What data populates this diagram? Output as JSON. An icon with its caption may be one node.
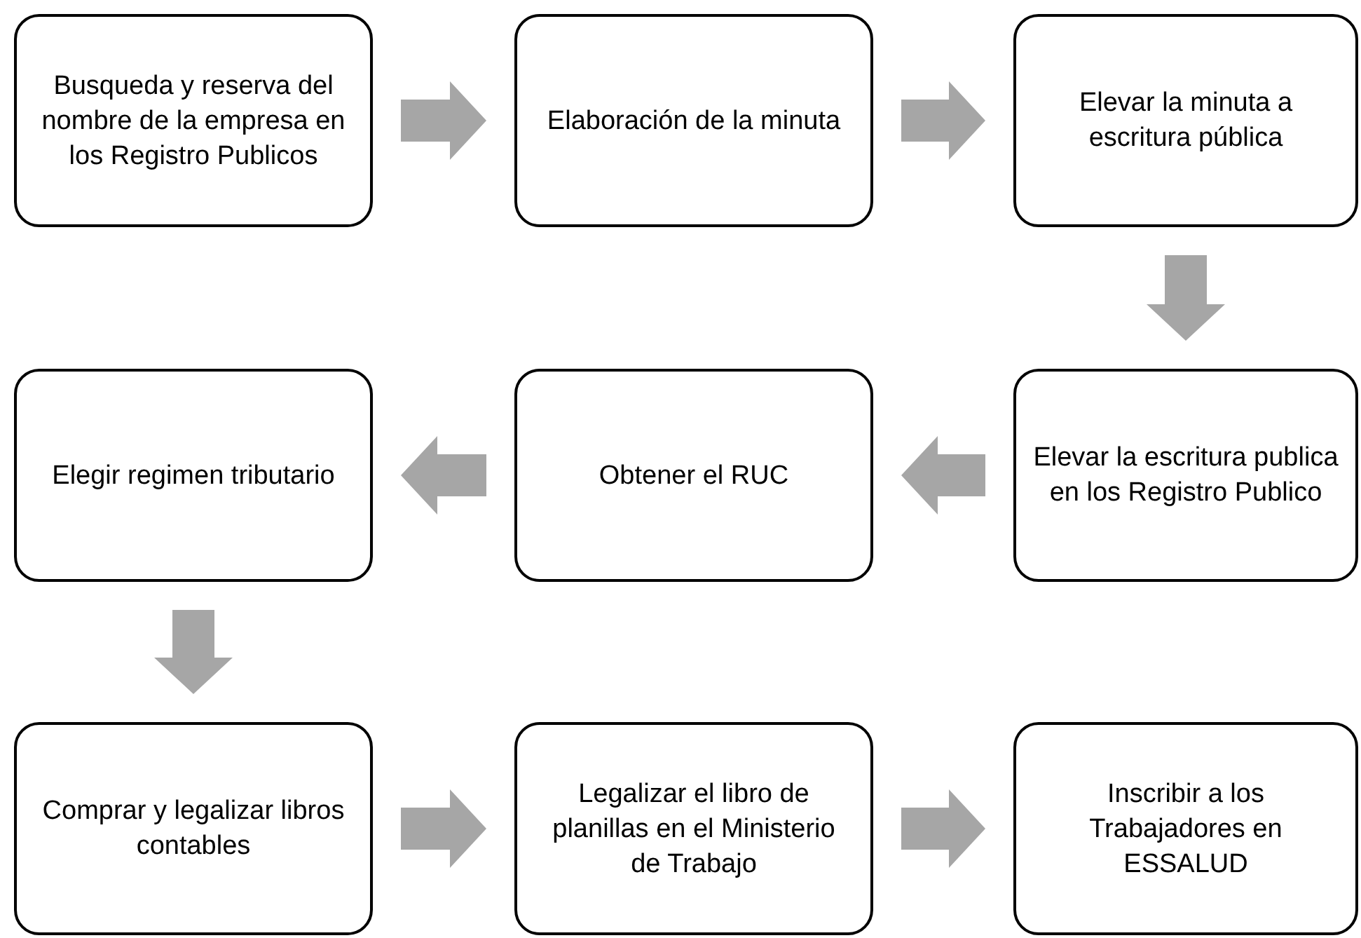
{
  "diagram": {
    "nodes": [
      {
        "text": [
          "Busqueda y reserva del nombre de la empresa en los Registro Publicos"
        ]
      },
      {
        "text": [
          "Elaboración de la minuta"
        ]
      },
      {
        "text": [
          "Elevar la minuta a escritura pública"
        ]
      },
      {
        "text": [
          "Elegir regimen tributario"
        ]
      },
      {
        "text": [
          "Obtener el RUC"
        ]
      },
      {
        "text": [
          "Elevar la escritura publica en los Registro Publico"
        ]
      },
      {
        "text": [
          "Comprar y legalizar libros contables"
        ]
      },
      {
        "text": [
          "Legalizar el libro de planillas en el Ministerio de Trabajo"
        ]
      },
      {
        "text": [
          "Inscribir a los Trabajadores en ESSALUD"
        ]
      }
    ],
    "edges": [
      {
        "from": 0,
        "to": 1,
        "arrow": "to",
        "style": "thick"
      },
      {
        "from": 1,
        "to": 2,
        "arrow": "to",
        "style": "thick"
      },
      {
        "from": 2,
        "to": 5,
        "arrow": "to",
        "style": "thick"
      },
      {
        "from": 5,
        "to": 4,
        "arrow": "to",
        "style": "thick"
      },
      {
        "from": 4,
        "to": 3,
        "arrow": "to",
        "style": "thick"
      },
      {
        "from": 3,
        "to": 6,
        "arrow": "to",
        "style": "thick"
      },
      {
        "from": 6,
        "to": 7,
        "arrow": "to",
        "style": "thick"
      },
      {
        "from": 7,
        "to": 8,
        "arrow": "to",
        "style": "thick"
      }
    ]
  }
}
